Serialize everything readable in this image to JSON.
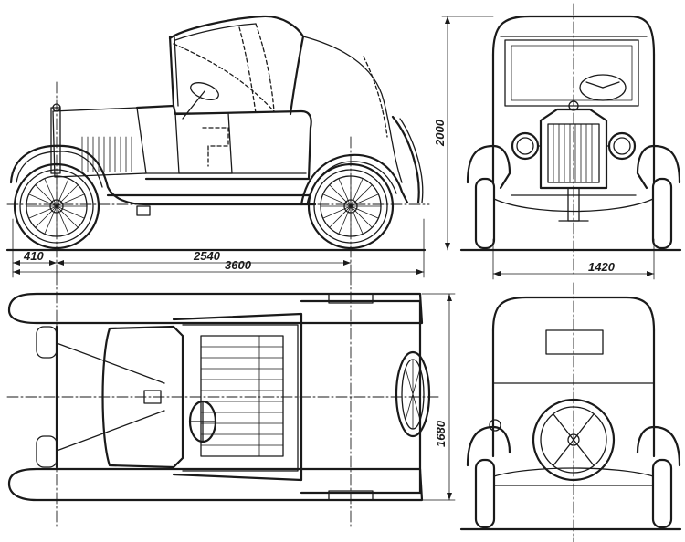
{
  "dimensions": {
    "front_overhang": "410",
    "wheelbase": "2540",
    "overall_length": "3600",
    "height": "2000",
    "track_width": "1420",
    "overall_width": "1680"
  },
  "views": {
    "side": "side-view",
    "front": "front-view",
    "top": "top-view",
    "rear": "rear-view"
  }
}
